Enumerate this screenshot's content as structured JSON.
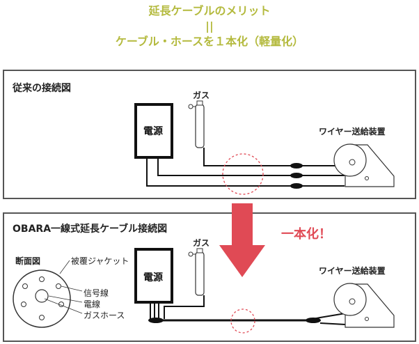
{
  "header": {
    "line1": "延長ケーブルのメリット",
    "line2": "||",
    "line3": "ケーブル・ホースを１本化（軽量化）"
  },
  "panel_old": {
    "title": "従来の接続図",
    "gas_label": "ガス",
    "power_label": "電源",
    "feeder_label": "ワイヤー送給装置"
  },
  "panel_new": {
    "title": "OBARA一線式延長ケーブル接続図",
    "gas_label": "ガス",
    "power_label": "電源",
    "feeder_label": "ワイヤー送給装置",
    "cross_section_title": "断面図",
    "legend": {
      "jacket": "被覆ジャケット",
      "signal": "信号線",
      "power": "電線",
      "gas_hose": "ガスホース"
    }
  },
  "callout": {
    "text": "一本化！",
    "color": "#e04a55"
  },
  "colors": {
    "title": "#b4ba3e",
    "arrow": "#e04a55",
    "dashed_circle": "#e04a55"
  }
}
